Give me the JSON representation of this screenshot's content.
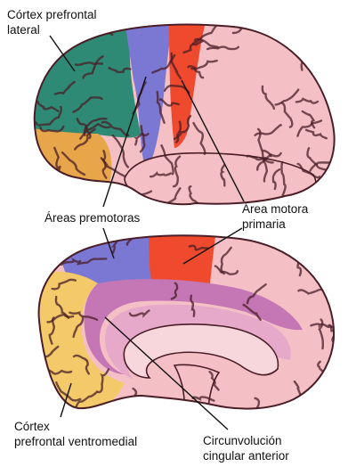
{
  "labels": {
    "prefrontal_lateral": [
      "Córtex prefrontal",
      "lateral"
    ],
    "premotor": "Áreas premotoras",
    "motor_primary": [
      "Área motora",
      "primaria"
    ],
    "ventromedial": [
      "Córtex",
      "prefrontal ventromedial"
    ],
    "cingulate": [
      "Circunvolución",
      "cingular anterior"
    ]
  },
  "colors": {
    "prefrontal_lateral": "#2e8a74",
    "orbitofrontal": "#e8a64a",
    "premotor": "#7b78d4",
    "motor_primary": "#f04a2e",
    "cortex": "#f4c0c6",
    "cortex_gyri": "#b05a67",
    "ventromedial": "#f3c96a",
    "cingulate": "#c477b4",
    "limbic_inner": "#e6a9c9",
    "outline": "#4a1e27",
    "leader": "#111111"
  }
}
